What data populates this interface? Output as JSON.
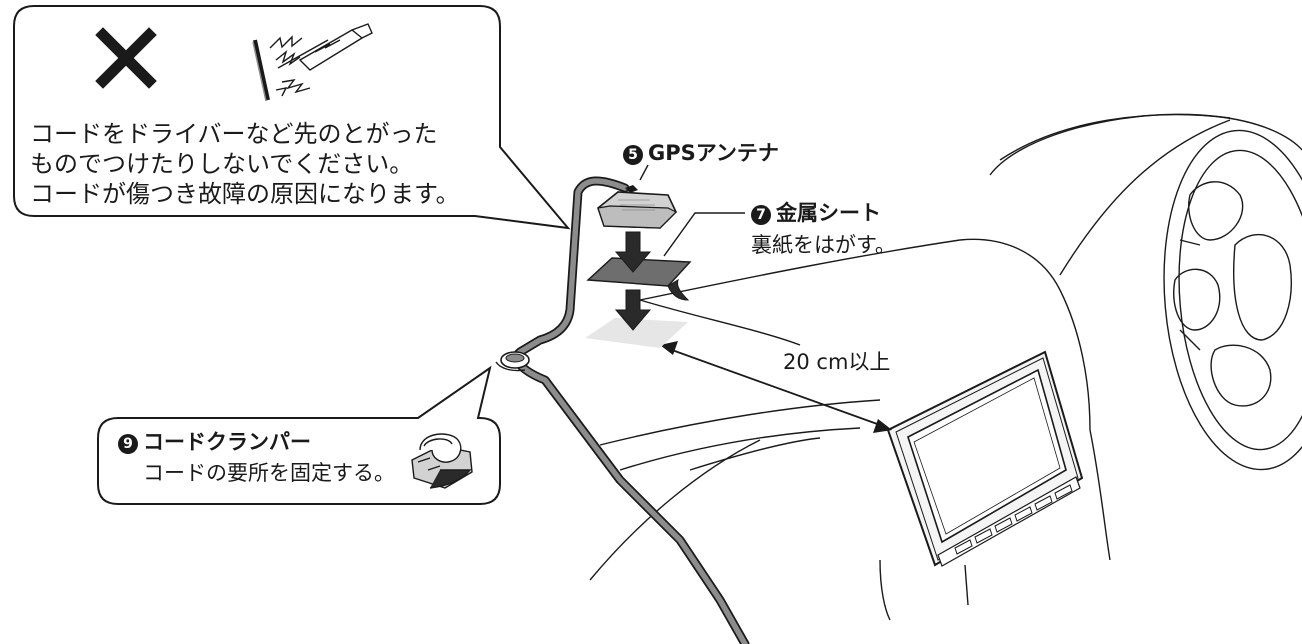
{
  "warning_callout": {
    "lines": [
      "コードをドライバーなど先のとがった",
      "ものでつけたりしないでください。",
      "コードが傷つき故障の原因になります。"
    ],
    "prohibition_icon": "cross-mark-icon",
    "illustration_icon": "screwdriver-on-cord-icon"
  },
  "callouts": {
    "gps_antenna": {
      "number": "5",
      "label": "GPSアンテナ"
    },
    "metal_sheet": {
      "number": "7",
      "label": "金属シート",
      "note": "裏紙をはがす。"
    },
    "cord_clamper": {
      "number": "9",
      "label": "コードクランパー",
      "note": "コードの要所を固定する。"
    }
  },
  "distance": {
    "label": "20 cm以上"
  },
  "colors": {
    "line": "#1a1a1a",
    "cord_fill": "#8c8c8c",
    "antenna_fill": "#d2d2d2",
    "sheet_fill": "#6e6e6e",
    "pad_fill": "#e6e6e6",
    "arrow_fill": "#2a2a2a"
  }
}
